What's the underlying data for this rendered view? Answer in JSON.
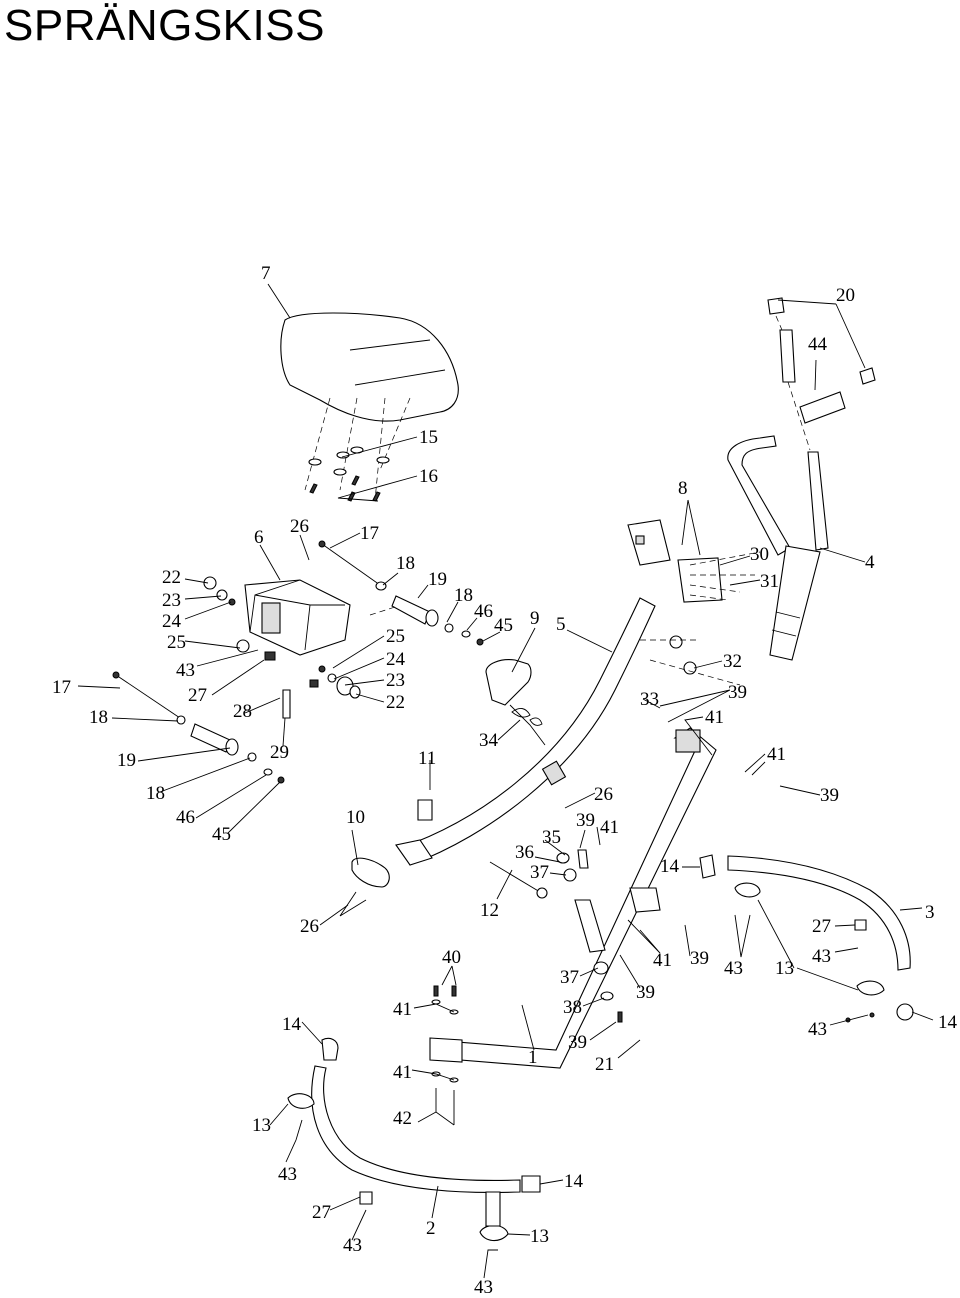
{
  "title": "SPRÄNGSKISS",
  "callouts": {
    "c7": "7",
    "c20": "20",
    "c44": "44",
    "c15": "15",
    "c16": "16",
    "c8": "8",
    "c6": "6",
    "c26a": "26",
    "c17a": "17",
    "c18a": "18",
    "c19a": "19",
    "c18b": "18",
    "c46a": "46",
    "c45a": "45",
    "c9": "9",
    "c5": "5",
    "c30": "30",
    "c31": "31",
    "c4": "4",
    "c22a": "22",
    "c23a": "23",
    "c24a": "24",
    "c25a": "25",
    "c43a": "43",
    "c27a": "27",
    "c17b": "17",
    "c18c": "18",
    "c28": "28",
    "c25b": "25",
    "c24b": "24",
    "c23b": "23",
    "c22b": "22",
    "c32": "32",
    "c39a": "39",
    "c33": "33",
    "c41a": "41",
    "c19b": "19",
    "c29": "29",
    "c11": "11",
    "c34": "34",
    "c41b": "41",
    "c18d": "18",
    "c46b": "46",
    "c45b": "45",
    "c10": "10",
    "c26b": "26",
    "c39b": "39",
    "c41c": "41",
    "c35": "35",
    "c39c": "39",
    "c36": "36",
    "c37a": "37",
    "c14a": "14",
    "c12": "12",
    "c3": "3",
    "c26c": "26",
    "c27b": "27",
    "c40": "40",
    "c41d": "41",
    "c39d": "39",
    "c43b": "43",
    "c13a": "13",
    "c43c": "43",
    "c37b": "37",
    "c39e": "39",
    "c38": "38",
    "c41e": "41",
    "c14b": "14",
    "c43d": "43",
    "c14c": "14",
    "c39f": "39",
    "c1": "1",
    "c21": "21",
    "c41f": "41",
    "c13b": "13",
    "c42": "42",
    "c43e": "43",
    "c14d": "14",
    "c27c": "27",
    "c2": "2",
    "c13c": "13",
    "c43f": "43",
    "c43g": "43"
  }
}
